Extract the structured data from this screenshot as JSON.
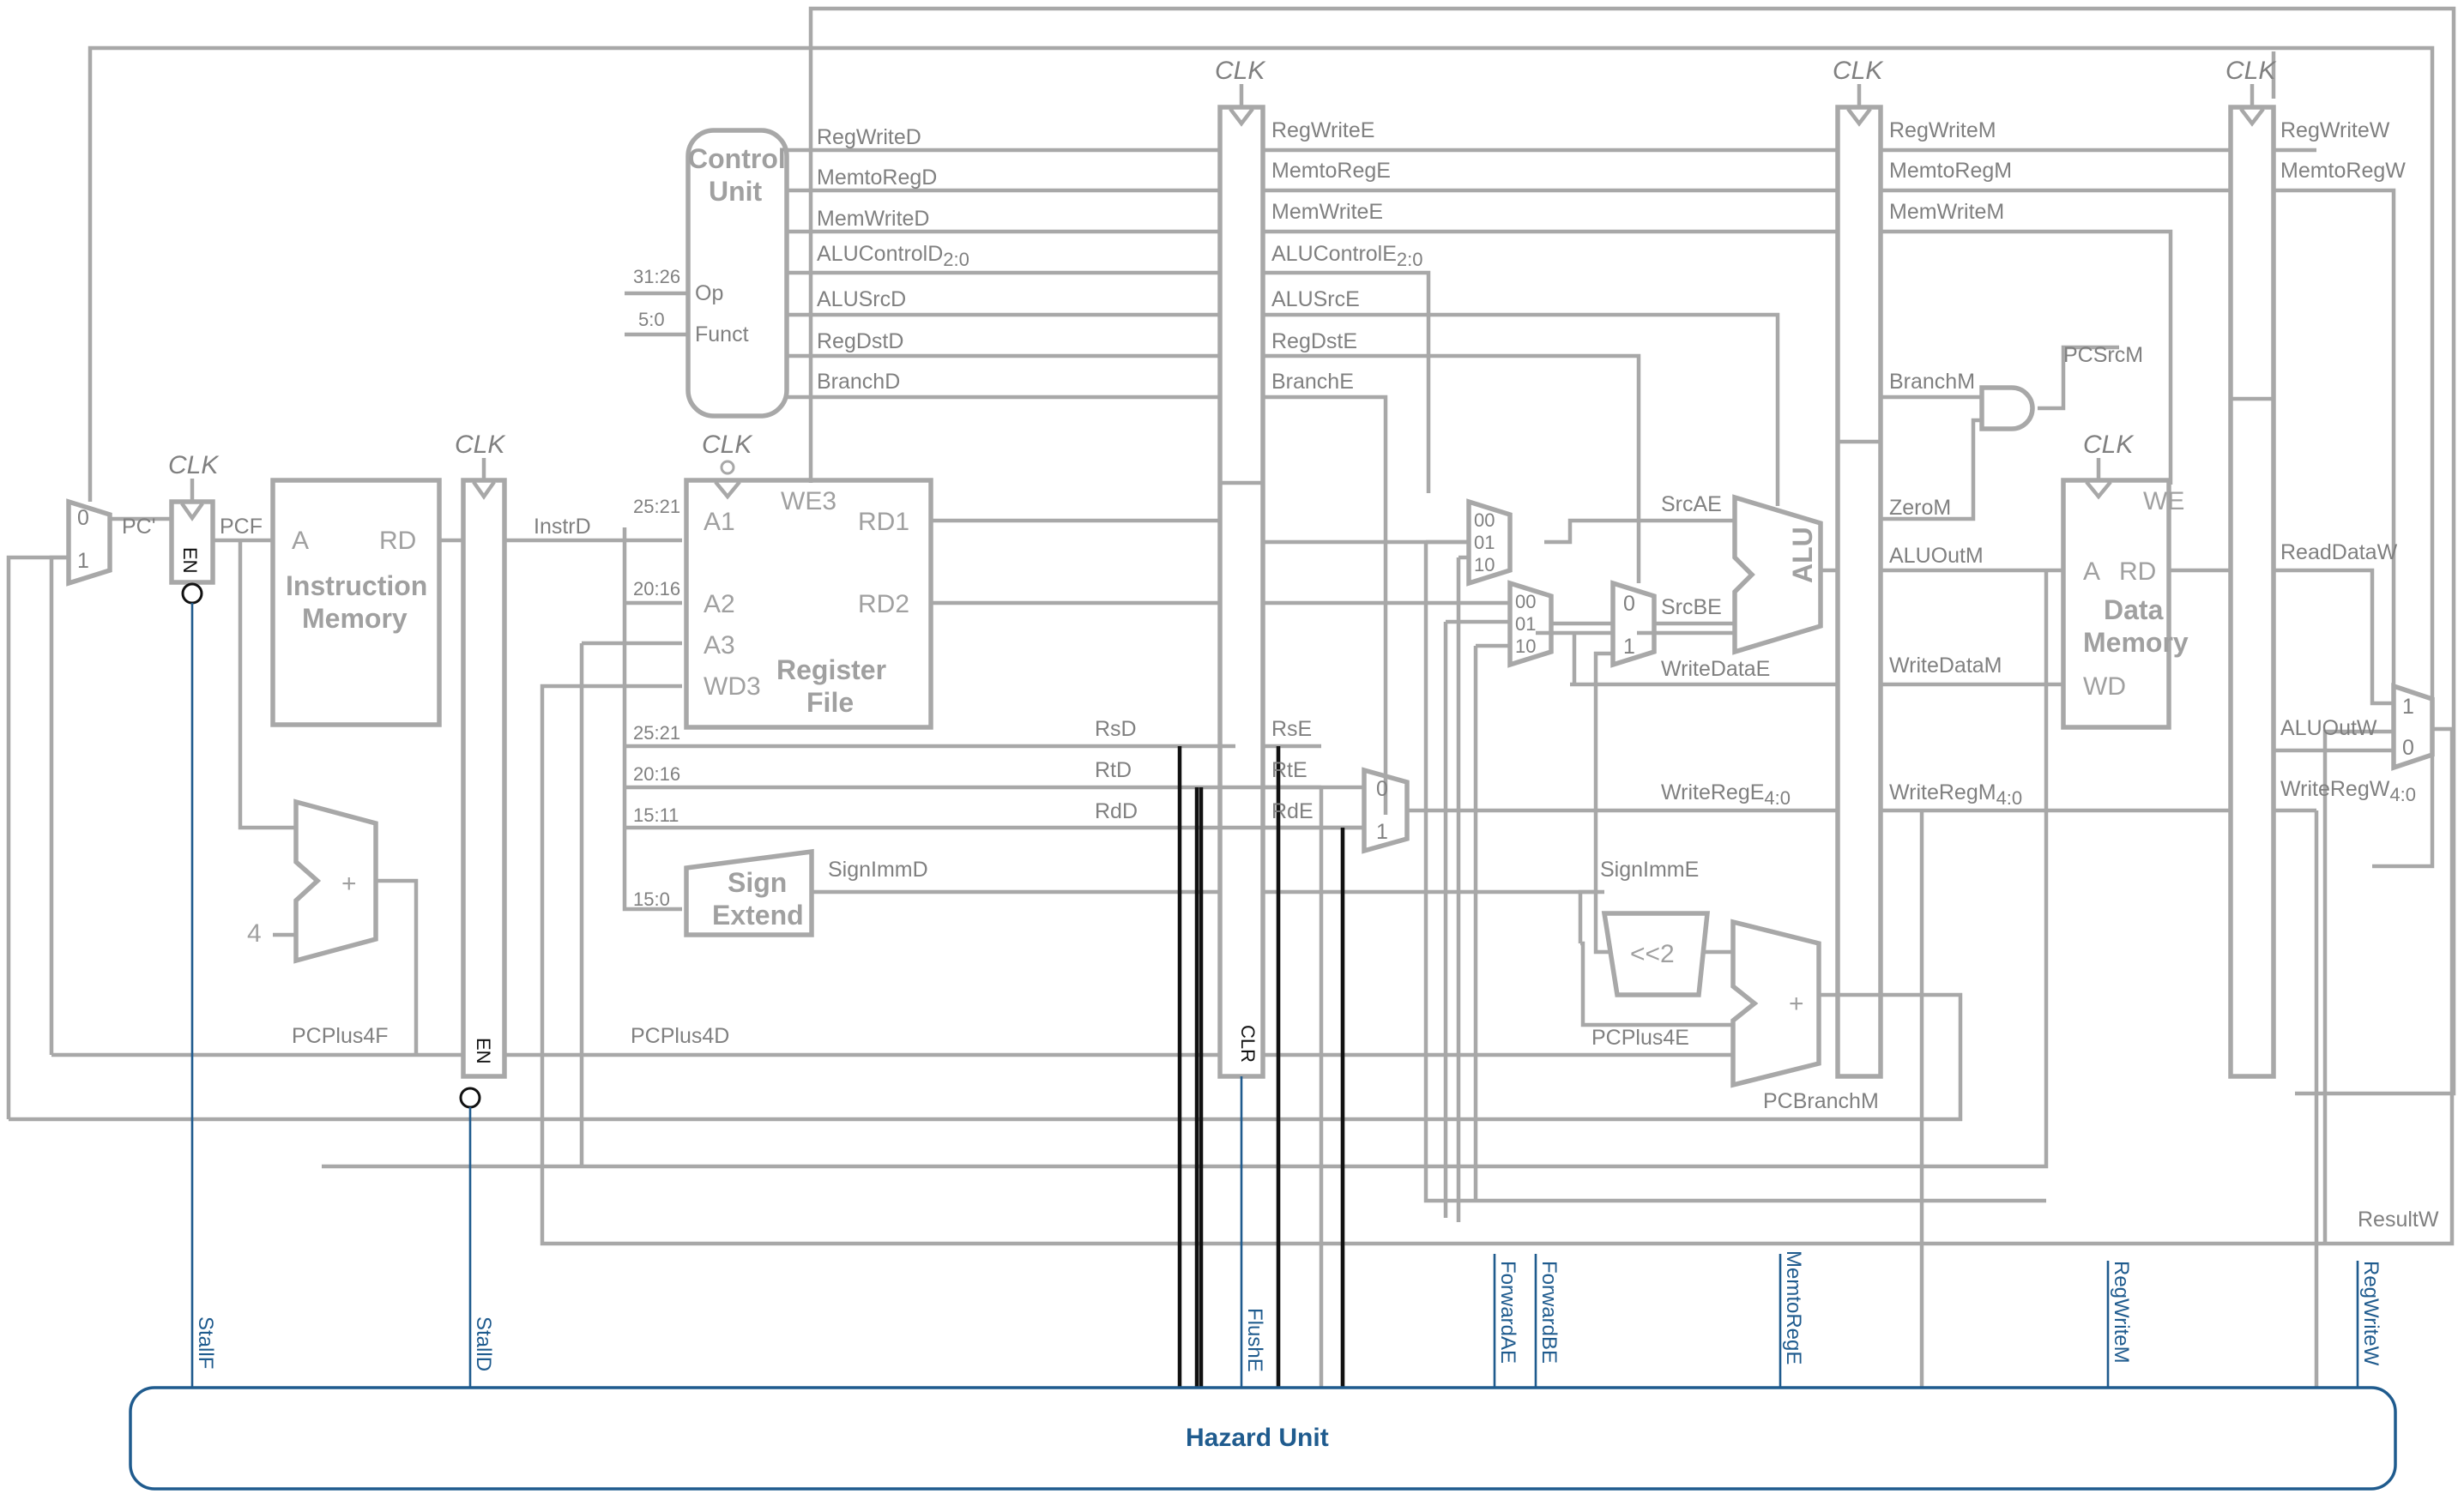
{
  "clock_label": "CLK",
  "pc_mux": {
    "in0": "0",
    "in1": "1",
    "out": "PC'"
  },
  "pc_register": {
    "out": "PCF",
    "enable": "EN"
  },
  "instruction_memory": {
    "port_a": "A",
    "port_rd": "RD",
    "title_line1": "Instruction",
    "title_line2": "Memory"
  },
  "pc_adder": {
    "constant": "4",
    "op": "+",
    "out": "PCPlus4F"
  },
  "if_id_register": {
    "enable": "EN",
    "instr_out": "InstrD",
    "pcplus4_out": "PCPlus4D"
  },
  "control_unit": {
    "title_line1": "Control",
    "title_line2": "Unit",
    "op": "Op",
    "funct": "Funct",
    "op_bits": "31:26",
    "funct_bits": "5:0"
  },
  "decode_signals": [
    "RegWriteD",
    "MemtoRegD",
    "MemWriteD",
    "ALUControlD",
    "ALUSrcD",
    "RegDstD",
    "BranchD"
  ],
  "decode_subscript": "2:0",
  "register_file": {
    "a1": "A1",
    "a2": "A2",
    "a3": "A3",
    "wd3": "WD3",
    "we3": "WE3",
    "rd1": "RD1",
    "rd2": "RD2",
    "title_line1": "Register",
    "title_line2": "File"
  },
  "instr_fields": {
    "a1": "25:21",
    "a2": "20:16",
    "rs": "25:21",
    "rt": "20:16",
    "rd": "15:11",
    "imm": "15:0"
  },
  "decode_regs": {
    "rs": "RsD",
    "rt": "RtD",
    "rd": "RdD"
  },
  "sign_extend": {
    "line1": "Sign",
    "line2": "Extend",
    "out": "SignImmD"
  },
  "execute_signals": [
    "RegWriteE",
    "MemtoRegE",
    "MemWriteE",
    "ALUControlE",
    "ALUSrcE",
    "RegDstE",
    "BranchE"
  ],
  "execute_regs": {
    "rs": "RsE",
    "rt": "RtE",
    "rd": "RdE"
  },
  "id_ex_register": {
    "clear": "CLR"
  },
  "fwd_mux_labels": [
    "00",
    "01",
    "10"
  ],
  "srcb_mux": {
    "in0": "0",
    "in1": "1"
  },
  "regdst_mux": {
    "in0": "0",
    "in1": "1"
  },
  "alu": {
    "label": "ALU",
    "src_a": "SrcAE",
    "src_b": "SrcBE",
    "write_data": "WriteDataE"
  },
  "write_reg_e": "WriteRegE",
  "sign_imm_e": "SignImmE",
  "shifter": "<<2",
  "branch_adder": {
    "op": "+",
    "pcplus4": "PCPlus4E",
    "out": "PCBranchM"
  },
  "memory_signals": [
    "RegWriteM",
    "MemtoRegM",
    "MemWriteM",
    "BranchM"
  ],
  "zero_m": "ZeroM",
  "pcsrc_m": "PCSrcM",
  "alu_out_m": "ALUOutM",
  "write_data_m": "WriteDataM",
  "write_reg_m": "WriteRegM",
  "reg_subscript": "4:0",
  "data_memory": {
    "we": "WE",
    "a": "A",
    "rd": "RD",
    "wd": "WD",
    "title_line1": "Data",
    "title_line2": "Memory"
  },
  "writeback_signals": [
    "RegWriteW",
    "MemtoRegW"
  ],
  "read_data_w": "ReadDataW",
  "alu_out_w": "ALUOutW",
  "write_reg_w": "WriteRegW",
  "result_w": "ResultW",
  "result_mux": {
    "in1": "1",
    "in0": "0"
  },
  "hazard_signals": [
    "StallF",
    "StallD",
    "FlushE",
    "ForwardAE",
    "ForwardBE",
    "MemtoRegE",
    "RegWriteM",
    "RegWriteW"
  ],
  "hazard_unit": "Hazard Unit"
}
